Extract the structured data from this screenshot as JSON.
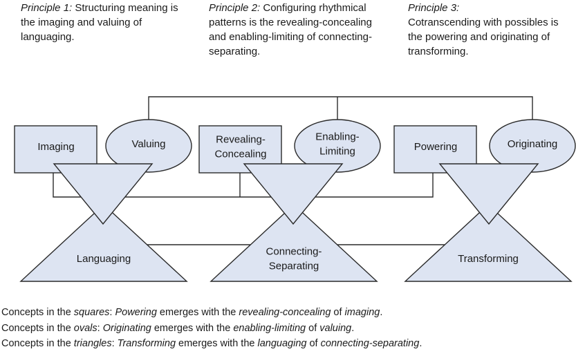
{
  "principles": [
    {
      "name": "Principle 1:",
      "text": "Structuring meaning is the imaging and valuing of languaging."
    },
    {
      "name": "Principle 2:",
      "text": "Configuring rhythmical patterns is the revealing-concealing and enabling-limiting of connecting-separating."
    },
    {
      "name": "Principle 3:",
      "text": "Cotranscending with possibles is the powering and originating of transforming."
    }
  ],
  "squares": [
    {
      "label": [
        "Imaging"
      ]
    },
    {
      "label": [
        "Revealing-",
        "Concealing"
      ]
    },
    {
      "label": [
        "Powering"
      ]
    }
  ],
  "ovals": [
    {
      "label": [
        "Valuing"
      ]
    },
    {
      "label": [
        "Enabling-",
        "Limiting"
      ]
    },
    {
      "label": [
        "Originating"
      ]
    }
  ],
  "triangles": [
    {
      "label": [
        "Languaging"
      ]
    },
    {
      "label": [
        "Connecting-",
        "Separating"
      ]
    },
    {
      "label": [
        "Transforming"
      ]
    }
  ],
  "colors": {
    "fill": "#dde4f2",
    "stroke": "#2a2a2a"
  },
  "notes": [
    {
      "prefix": "Concepts in the ",
      "shape": "squares",
      "sep": ": ",
      "subject": "Powering",
      "mid": " emerges with the ",
      "a": "revealing-concealing",
      "of": " of ",
      "b": "imaging",
      "end": "."
    },
    {
      "prefix": "Concepts in the ",
      "shape": "ovals",
      "sep": ": ",
      "subject": "Originating",
      "mid": " emerges with the ",
      "a": "enabling-limiting",
      "of": " of ",
      "b": "valuing",
      "end": "."
    },
    {
      "prefix": "Concepts in the ",
      "shape": "triangles",
      "sep": ": ",
      "subject": "Transforming",
      "mid": " emerges with the ",
      "a": "languaging",
      "of": " of ",
      "b": "connecting-separating",
      "end": "."
    }
  ]
}
